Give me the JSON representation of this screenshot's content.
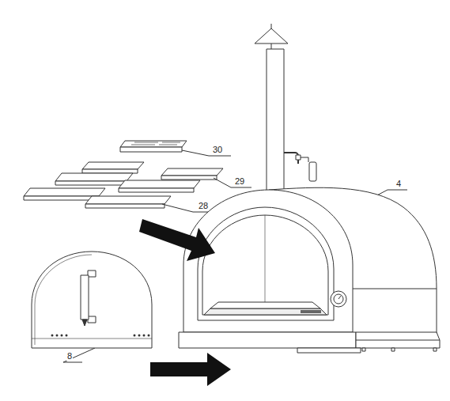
{
  "diagram": {
    "labels": [
      "30",
      "29",
      "28",
      "4",
      "8"
    ]
  }
}
